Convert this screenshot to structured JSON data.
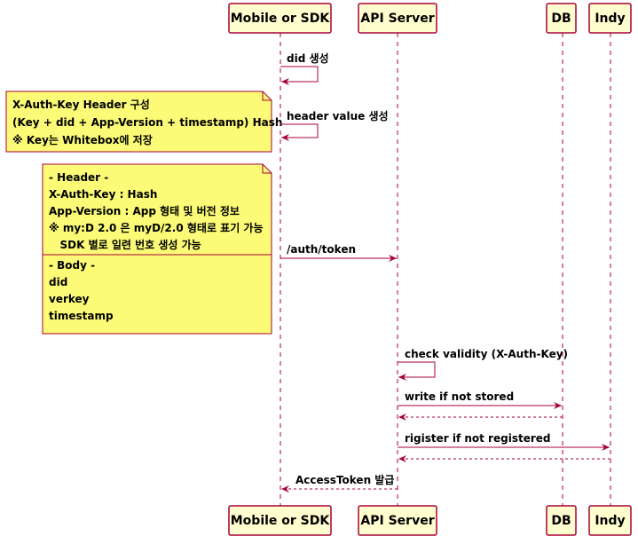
{
  "colors": {
    "participant_fill": "#FEFECE",
    "participant_border": "#A80036",
    "arrow": "#A80036",
    "lifeline": "#A80036",
    "note_fill": "#FBFB77",
    "note_border": "#A80036"
  },
  "participants": [
    {
      "id": "mobile",
      "label": "Mobile or SDK"
    },
    {
      "id": "api",
      "label": "API Server"
    },
    {
      "id": "db",
      "label": "DB"
    },
    {
      "id": "indy",
      "label": "Indy"
    }
  ],
  "messages": [
    {
      "from": "mobile",
      "to": "mobile",
      "label": "did 생성",
      "style": "solid"
    },
    {
      "from": "mobile",
      "to": "mobile",
      "label": "header value 생성",
      "style": "solid"
    },
    {
      "from": "mobile",
      "to": "api",
      "label": "/auth/token",
      "style": "solid"
    },
    {
      "from": "api",
      "to": "api",
      "label": "check validity (X-Auth-Key)",
      "style": "solid"
    },
    {
      "from": "api",
      "to": "db",
      "label": "write if not stored",
      "style": "solid"
    },
    {
      "from": "db",
      "to": "api",
      "label": "",
      "style": "dashed"
    },
    {
      "from": "api",
      "to": "indy",
      "label": "rigister if not registered",
      "style": "solid"
    },
    {
      "from": "indy",
      "to": "api",
      "label": "",
      "style": "dashed"
    },
    {
      "from": "api",
      "to": "mobile",
      "label": "AccessToken 발급",
      "style": "dashed"
    }
  ],
  "notes": [
    {
      "lines": [
        "X-Auth-Key Header 구성",
        "(Key + did + App-Version + timestamp) Hash",
        "※ Key는 Whitebox에 저장"
      ]
    },
    {
      "sections": [
        [
          "- Header -",
          "X-Auth-Key : Hash",
          "App-Version : App 형태 및 버전 정보",
          "※ my:D 2.0 은 myD/2.0 형태로 표기 가능",
          "   SDK 별로 일련 번호 생성 가능"
        ],
        [
          "- Body -",
          "did",
          "verkey",
          "timestamp"
        ]
      ]
    }
  ]
}
